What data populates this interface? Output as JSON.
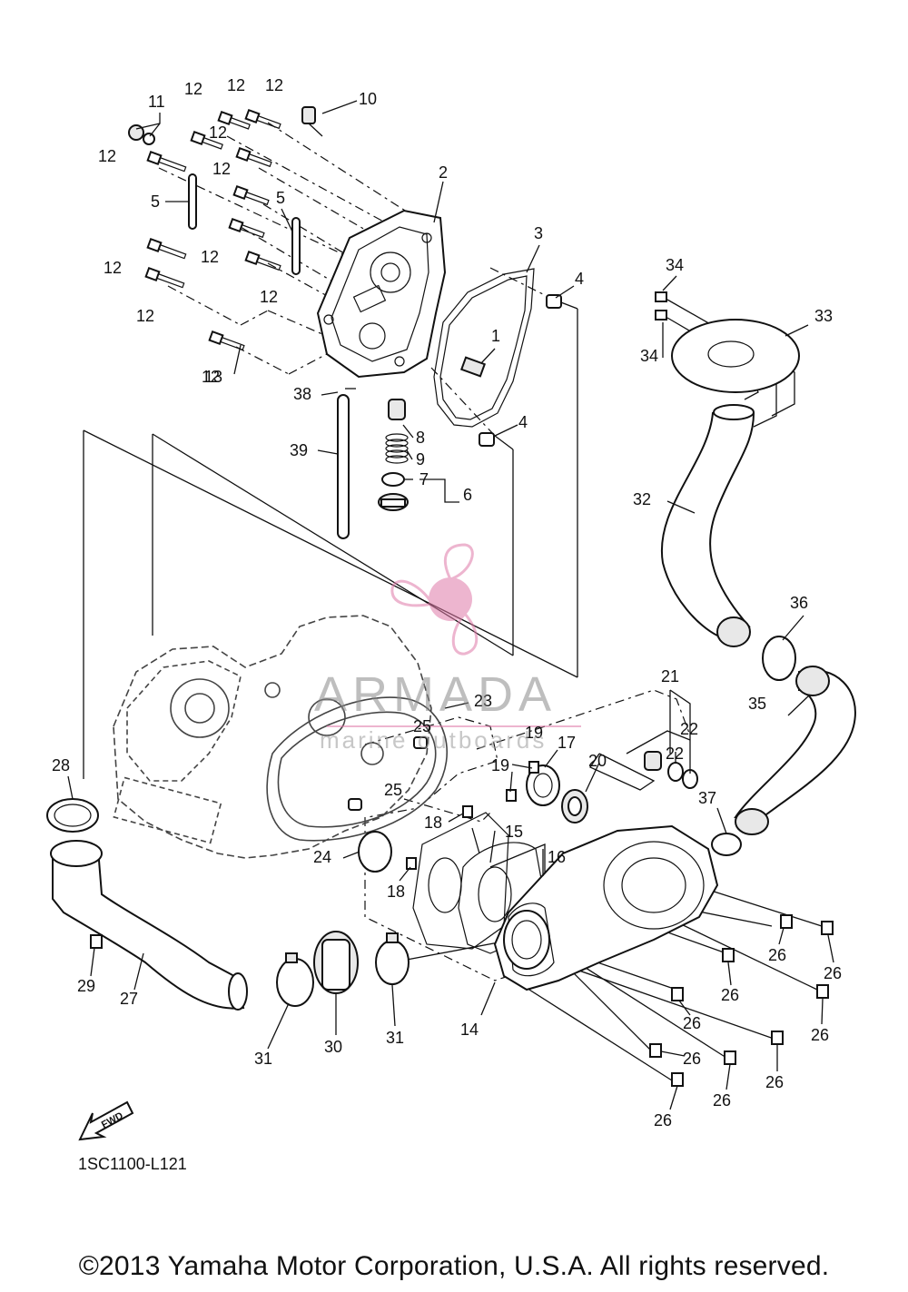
{
  "diagram": {
    "catalog_code": "1SC1100-L121",
    "copyright": "©2013 Yamaha Motor Corporation, U.S.A. All rights reserved.",
    "fwd_label": "FWD",
    "watermark": {
      "name": "ARMADA",
      "tagline": "marine outboards",
      "accent_color": "#e07aa8",
      "text_color": "#8a8a8a"
    },
    "part_labels": [
      "1",
      "2",
      "3",
      "4",
      "4",
      "5",
      "5",
      "6",
      "7",
      "8",
      "9",
      "10",
      "11",
      "12",
      "12",
      "12",
      "12",
      "12",
      "12",
      "12",
      "12",
      "12",
      "12",
      "12",
      "12",
      "13",
      "14",
      "15",
      "16",
      "17",
      "18",
      "18",
      "19",
      "19",
      "20",
      "21",
      "22",
      "22",
      "23",
      "24",
      "25",
      "25",
      "26",
      "26",
      "26",
      "26",
      "26",
      "26",
      "26",
      "26",
      "26",
      "26",
      "27",
      "28",
      "29",
      "30",
      "31",
      "31",
      "32",
      "33",
      "34",
      "34",
      "35",
      "36",
      "37",
      "38",
      "39"
    ]
  }
}
